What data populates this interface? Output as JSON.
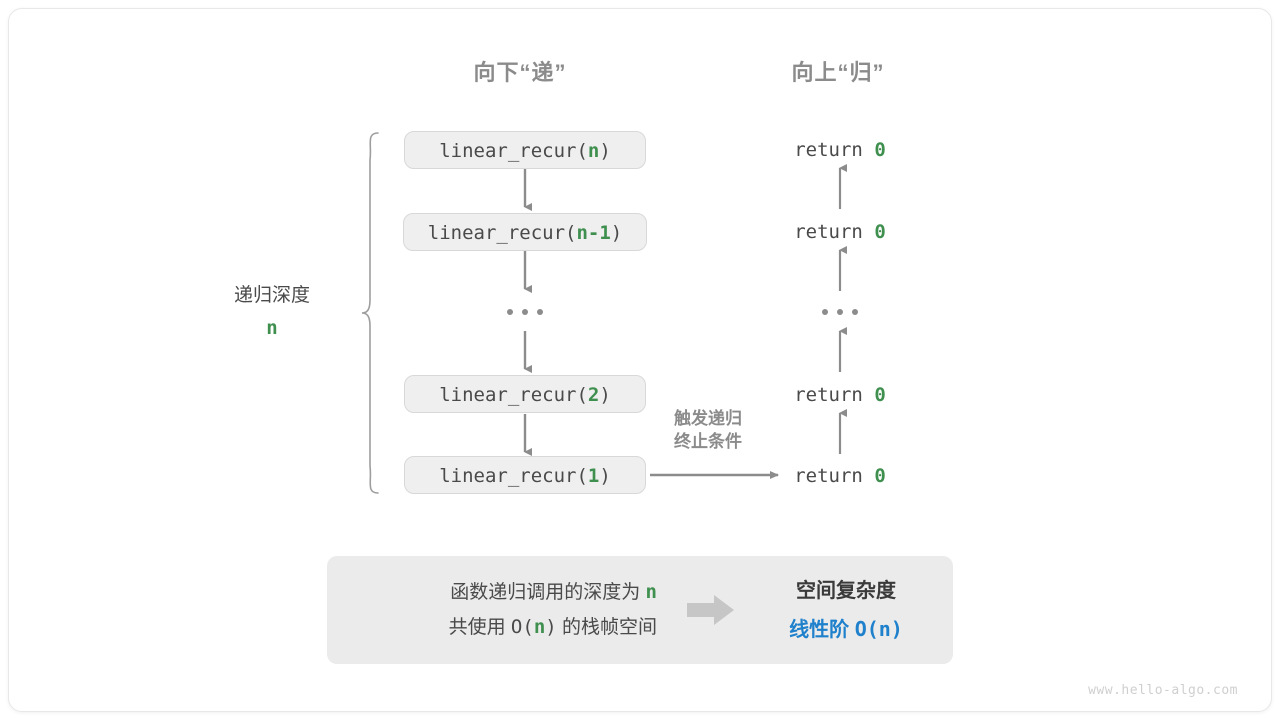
{
  "headers": {
    "down": "向下“递”",
    "up": "向上“归”"
  },
  "depth": {
    "caption": "递归深度",
    "value": "n"
  },
  "calls": [
    {
      "prefix": "linear_recur(",
      "arg": "n",
      "suffix": ")"
    },
    {
      "prefix": "linear_recur(",
      "arg": "n-1",
      "suffix": ")"
    },
    {
      "prefix": "linear_recur(",
      "arg": "2",
      "suffix": ")"
    },
    {
      "prefix": "linear_recur(",
      "arg": "1",
      "suffix": ")"
    }
  ],
  "returns": [
    {
      "text": "return ",
      "value": "0"
    },
    {
      "text": "return ",
      "value": "0"
    },
    {
      "text": "return ",
      "value": "0"
    },
    {
      "text": "return ",
      "value": "0"
    }
  ],
  "ellipsis": "...",
  "trigger_note": {
    "line1": "触发递归",
    "line2": "终止条件"
  },
  "summary": {
    "left_line1_pre": "函数递归调用的深度为 ",
    "left_line1_hl": "n",
    "left_line2_pre": "共使用 ",
    "left_line2_mono_pre": "O(",
    "left_line2_hl": "n",
    "left_line2_mono_post": ")",
    "left_line2_post": " 的栈帧空间",
    "arrow_icon": "right-block-arrow-icon",
    "right_title": "空间复杂度",
    "right_value_label": "线性阶 ",
    "right_value_mono": "O(n)"
  },
  "watermark": "www.hello-algo.com",
  "colors": {
    "accent_green": "#3f8f4f",
    "accent_blue": "#1f80cc",
    "box_fill": "#efefef",
    "box_border": "#d8d8d8",
    "line_gray": "#8c8c8c",
    "panel_fill": "#ebebeb",
    "text_gray": "#8b8b8b"
  }
}
